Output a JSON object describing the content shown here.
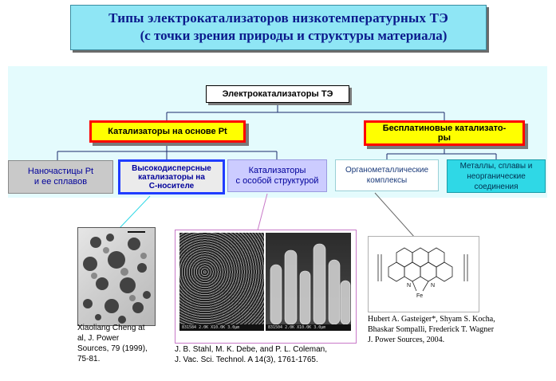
{
  "title": {
    "line1": "Типы электрокатализаторов низкотемпературных ТЭ",
    "line2": "(с точки зрения природы и структуры материала)"
  },
  "diagram": {
    "root": "Электрокатализаторы ТЭ",
    "pt_group": "Катализаторы на основе Pt",
    "nonpt_group": {
      "line1": "Бесплатиновые катализато-",
      "line2": "ры"
    },
    "leaves": {
      "nano": {
        "line1": "Наночастицы Pt",
        "line2": "и ее сплавов"
      },
      "dispersed": {
        "line1": "Высокодисперсные",
        "line2": "катализаторы на",
        "line3": "С-носителе"
      },
      "structure": {
        "line1": "Катализаторы",
        "line2": "с особой структурой"
      },
      "organometallic": {
        "line1": "Органометаллические",
        "line2": "комплексы"
      },
      "metals": {
        "line1": "Металлы, сплавы и",
        "line2": "неорганические",
        "line3": "соединения"
      }
    }
  },
  "captions": {
    "tem": {
      "line1": "Xiaoliang Cheng at",
      "line2": "al, J. Power",
      "line3": "Sources, 79 (1999),",
      "line4": "75-81."
    },
    "sem": {
      "line1": "J. B. Stahl, M. K. Debe, and P. L. Coleman,",
      "line2": "J. Vac. Sci. Technol. A 14(3), 1761-1765."
    },
    "molecule": {
      "line1": "Hubert A. Gasteiger*,  Shyam S. Kocha,",
      "line2": "Bhaskar Sompalli,  Frederick T. Wagner",
      "line3": "J. Power Sources, 2004."
    }
  },
  "image_labels": {
    "sem_left": "831584  2.0K  X10.0K  3.0μm",
    "sem_right": "831504  2.0K  X10.0K  3.0μm",
    "mol_n1": "N",
    "mol_n2": "N",
    "mol_fe": "Fe"
  },
  "colors": {
    "title_bg": "#8fe6f5",
    "band_bg": "#e4fbfd",
    "group_fill": "#ffff00",
    "group_border": "#ff0000",
    "connector": "#1a2a6c"
  }
}
